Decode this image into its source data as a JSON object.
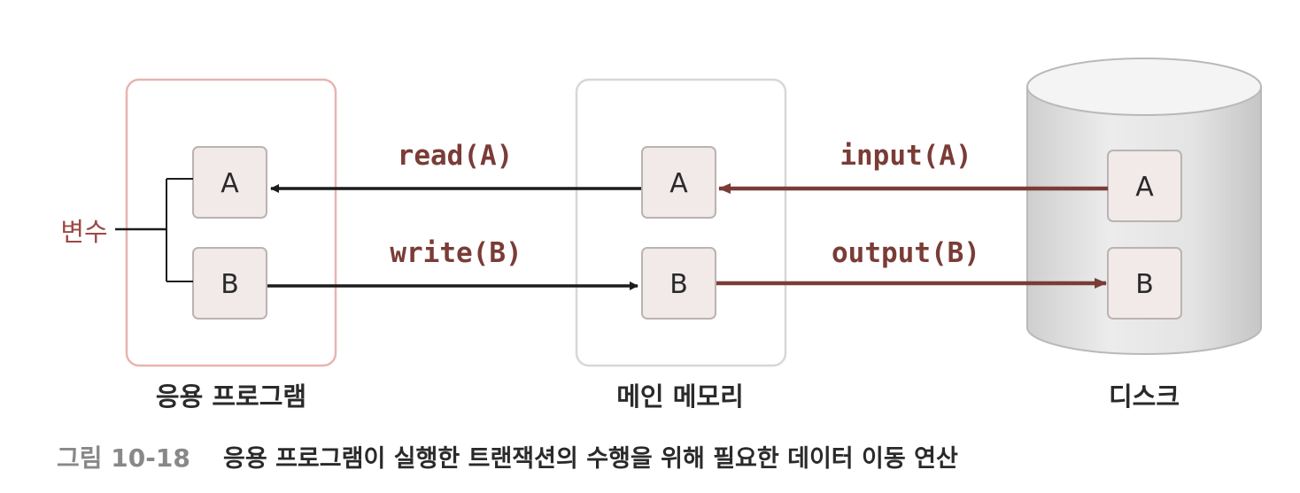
{
  "colors": {
    "app_border": "#e8b4b0",
    "memory_border": "#d9d6d6",
    "cell_fill": "#f2e9e9",
    "cell_border": "#bbb3b3",
    "black_arrow": "#1c1c1c",
    "brown_arrow": "#7a3c36",
    "variable_label": "#9b4a44",
    "caption_number": "#888888",
    "text": "#2a2a2a",
    "disk_top": "#f4f4f4",
    "disk_body_light": "#e9e9e9",
    "disk_body_dark": "#cfcfcf"
  },
  "application": {
    "label": "응용 프로그램",
    "cells": [
      "A",
      "B"
    ],
    "variable_label": "변수"
  },
  "memory": {
    "label": "메인 메모리",
    "cells": [
      "A",
      "B"
    ]
  },
  "disk": {
    "label": "디스크",
    "cells": [
      "A",
      "B"
    ]
  },
  "operations": {
    "read": "read(A)",
    "write": "write(B)",
    "input": "input(A)",
    "output": "output(B)"
  },
  "caption": {
    "number": "그림 10-18",
    "text": "응용 프로그램이 실행한 트랜잭션의 수행을 위해 필요한 데이터 이동 연산"
  }
}
